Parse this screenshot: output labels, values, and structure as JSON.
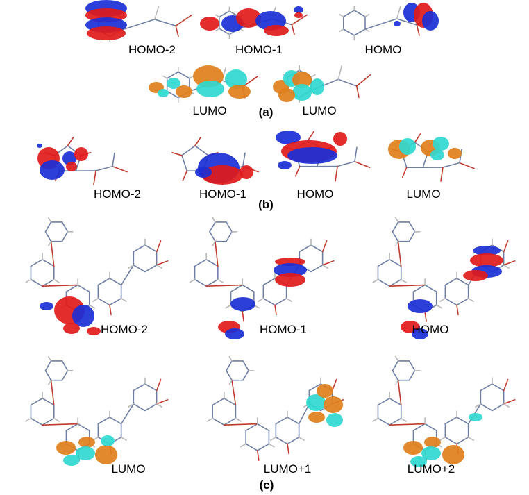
{
  "colors": {
    "homo_positive": "#e11a1a",
    "homo_negative": "#1b2fd6",
    "lumo_positive": "#e07f1c",
    "lumo_negative": "#30d8d0",
    "bond_carbon": "#6f7fa4",
    "bond_hydrogen": "#b8b8b8",
    "bond_oxygen": "#c03a2e",
    "background": "#ffffff"
  },
  "panels": [
    {
      "id": "a",
      "label": "(a)",
      "orbitals": [
        {
          "id": "a-homo-2",
          "label": "HOMO-2",
          "type": "occupied"
        },
        {
          "id": "a-homo-1",
          "label": "HOMO-1",
          "type": "occupied"
        },
        {
          "id": "a-homo",
          "label": "HOMO",
          "type": "occupied"
        },
        {
          "id": "a-lumo-1",
          "label": "LUMO",
          "type": "unoccupied"
        },
        {
          "id": "a-lumo-2",
          "label": "LUMO",
          "type": "unoccupied"
        }
      ]
    },
    {
      "id": "b",
      "label": "(b)",
      "orbitals": [
        {
          "id": "b-homo-2",
          "label": "HOMO-2",
          "type": "occupied"
        },
        {
          "id": "b-homo-1",
          "label": "HOMO-1",
          "type": "occupied"
        },
        {
          "id": "b-homo",
          "label": "HOMO",
          "type": "occupied"
        },
        {
          "id": "b-lumo",
          "label": "LUMO",
          "type": "unoccupied"
        }
      ]
    },
    {
      "id": "c",
      "label": "(c)",
      "orbitals": [
        {
          "id": "c-homo-2",
          "label": "HOMO-2",
          "type": "occupied"
        },
        {
          "id": "c-homo-1",
          "label": "HOMO-1",
          "type": "occupied"
        },
        {
          "id": "c-homo",
          "label": "HOMO",
          "type": "occupied"
        },
        {
          "id": "c-lumo",
          "label": "LUMO",
          "type": "unoccupied"
        },
        {
          "id": "c-lumo+1",
          "label": "LUMO+1",
          "type": "unoccupied"
        },
        {
          "id": "c-lumo+2",
          "label": "LUMO+2",
          "type": "unoccupied"
        }
      ]
    }
  ]
}
